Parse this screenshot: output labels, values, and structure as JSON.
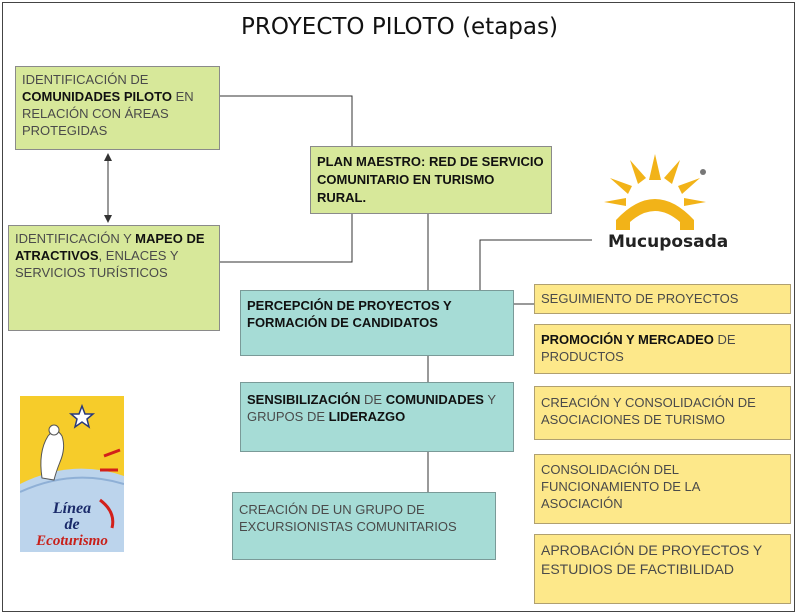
{
  "title": "PROYECTO PILOTO (etapas)",
  "boxes": {
    "comunidades": {
      "pre": "IDENTIFICACIÓN DE ",
      "bold": "COMUNIDADES PILOTO",
      "post": " EN RELACIÓN CON ÁREAS PROTEGIDAS"
    },
    "atractivos": {
      "pre": "IDENTIFICACIÓN Y ",
      "bold": "MAPEO DE ATRACTIVOS",
      "post": ", ENLACES Y SERVICIOS TURÍSTICOS"
    },
    "plan": {
      "bold": "PLAN MAESTRO: RED DE SERVICIO COMUNITARIO EN TURISMO RURAL."
    },
    "percepcion": {
      "bold": "PERCEPCIÓN DE PROYECTOS Y FORMACIÓN DE CANDIDATOS"
    },
    "sensibilizacion": {
      "bold1": "SENSIBILIZACIÓN",
      "mid1": " DE ",
      "bold2": "COMUNIDADES",
      "mid2": " Y GRUPOS DE ",
      "bold3": "LIDERAZGO"
    },
    "excursionistas": {
      "text": "CREACIÓN DE UN GRUPO DE EXCURSIONISTAS COMUNITARIOS"
    },
    "seguimiento": {
      "text": "SEGUIMIENTO DE PROYECTOS"
    },
    "promocion": {
      "bold": "PROMOCIÓN Y MERCADEO",
      "post": " DE PRODUCTOS"
    },
    "asociaciones": {
      "text": "CREACIÓN Y CONSOLIDACIÓN DE ASOCIACIONES DE TURISMO"
    },
    "funcionamiento": {
      "text": "CONSOLIDACIÓN DEL FUNCIONAMIENTO DE LA ASOCIACIÓN"
    },
    "aprobacion": {
      "text": "APROBACIÓN DE PROYECTOS Y ESTUDIOS DE FACTIBILIDAD"
    }
  },
  "logos": {
    "mucuposada": {
      "text": "Mucuposada",
      "registered": "®",
      "color": "#f2b318"
    },
    "ecoturismo": {
      "line1": "Línea",
      "line2": "de",
      "line3": "Ecoturismo",
      "color": "#f6cc2a",
      "accent": "#d2201a"
    }
  },
  "colors": {
    "green": "#d7e89a",
    "teal": "#a6dcd6",
    "yellow": "#fde88a"
  }
}
